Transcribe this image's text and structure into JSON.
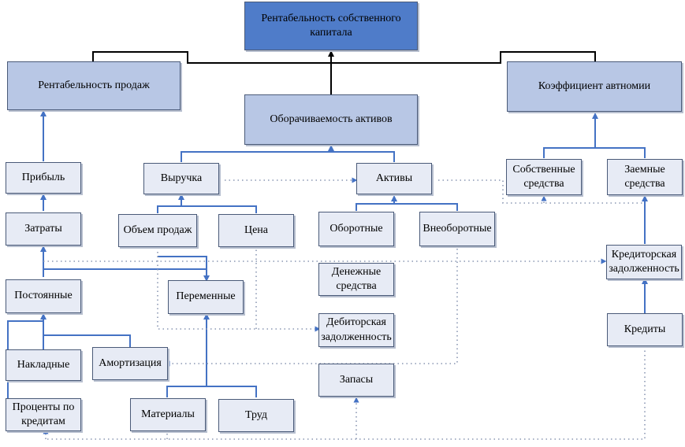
{
  "nodes": {
    "root": "Рентабельность собственного\nкапитала",
    "sales_profitability": "Рентабельность продаж",
    "asset_turnover": "Оборачиваемость активов",
    "autonomy_ratio": "Коэффициент автномии",
    "profit": "Прибыль",
    "revenue": "Выручка",
    "assets": "Активы",
    "own_funds": "Собственные\nсредства",
    "borrowed_funds": "Заемные\nсредства",
    "costs": "Затраты",
    "sales_volume": "Объем продаж",
    "price": "Цена",
    "current_assets": "Оборотные",
    "noncurrent_assets": "Внеоборотные",
    "accounts_payable": "Кредиторская\nзадолженность",
    "cash": "Денежные\nсредства",
    "fixed_costs": "Постоянные",
    "variable_costs": "Переменные",
    "receivables": "Дебиторская\nзадолженность",
    "loans": "Кредиты",
    "overhead": "Накладные",
    "depreciation": "Амортизация",
    "inventory": "Запасы",
    "loan_interest": "Проценты по\nкредитам",
    "materials": "Материалы",
    "labor": "Труд"
  },
  "colors": {
    "root_fill": "#4f7cc9",
    "level1_fill": "#b8c7e5",
    "node_fill": "#e7ebf5",
    "border": "#4a5a78",
    "arrow_solid": "#4472c4",
    "arrow_black": "#000000",
    "dotted_link": "#8a97b3"
  }
}
